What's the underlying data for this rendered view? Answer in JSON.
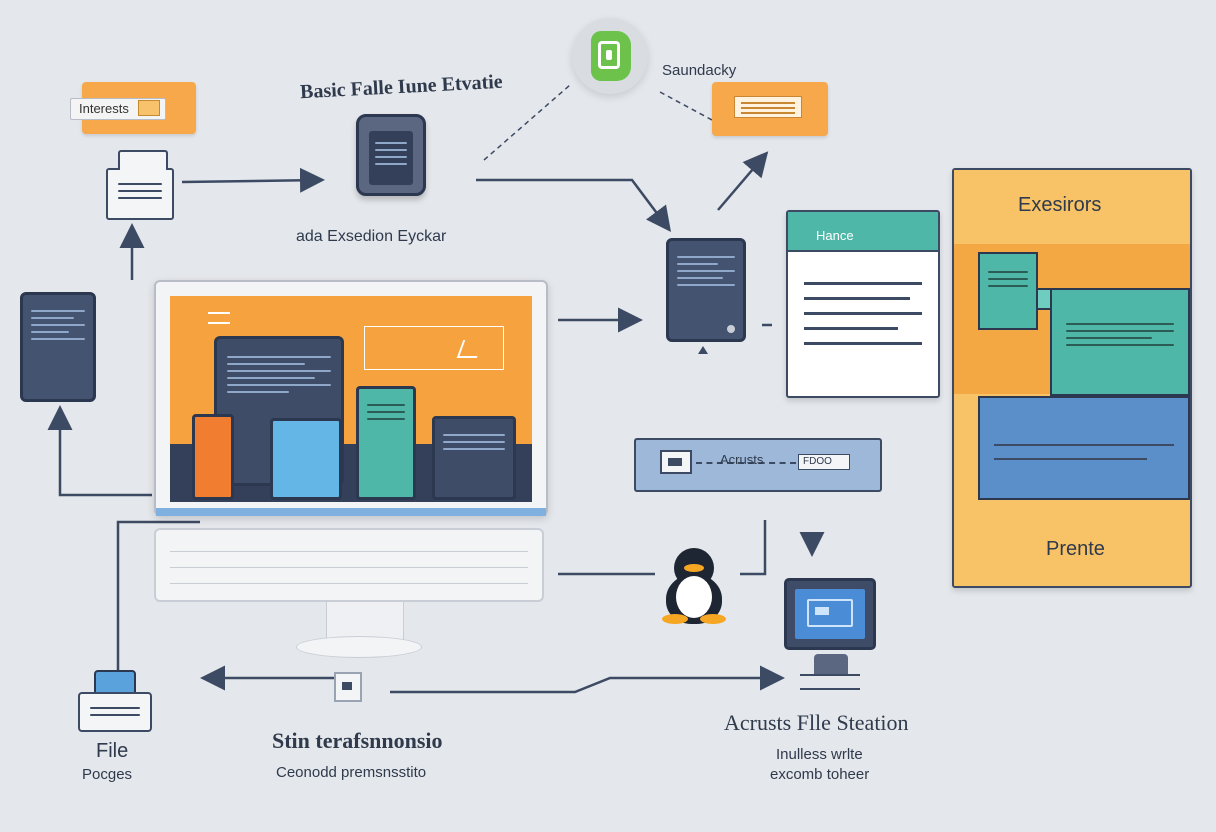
{
  "labels": {
    "interests_tag": "Interests",
    "basic_file": "Basic Falle Iune Etvatie",
    "saundacky": "Saundacky",
    "execution": "ada Exsedion Eyckar",
    "hance": "Hance",
    "excesirors": "Exesirors",
    "prente": "Prente",
    "file": "File",
    "pocges": "Pocges",
    "stin_title": "Stin terafsnnonsio",
    "stin_sub": "Ceonodd premsnsstito",
    "acrusts_title": "Acrusts Flle Steation",
    "acrusts_sub1": "Inulless wrlte",
    "acrusts_sub2": "excomb toheer",
    "fdoo": "FDOO",
    "acrusts_bar": "Acrusts"
  },
  "icons": {
    "top": "lock-icon",
    "penguin": "linux-penguin-icon",
    "monitor": "desktop-monitor-icon",
    "printer": "printer-icon",
    "server": "server-icon"
  },
  "colors": {
    "background": "#e4e7eb",
    "navy": "#3d4a63",
    "orange": "#f7a84a",
    "teal": "#4fb7a7",
    "blue": "#5b8fc9",
    "green": "#5cae3f"
  }
}
